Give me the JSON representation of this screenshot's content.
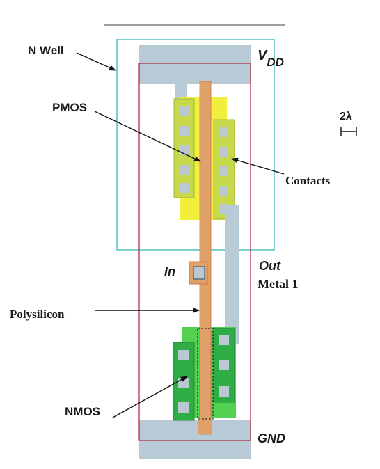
{
  "labels": {
    "n_well": "N Well",
    "vdd_main": "V",
    "vdd_sub": "DD",
    "pmos": "PMOS",
    "scale": "2λ",
    "contacts": "Contacts",
    "in": "In",
    "out": "Out",
    "metal1": "Metal 1",
    "polysilicon": "Polysilicon",
    "nmos": "NMOS",
    "gnd": "GND"
  },
  "colors": {
    "n_well_outline": "#7ecfcf",
    "metal": "#b8cad6",
    "metal_dark": "#9fb6c7",
    "substrate_outline": "#b0304a",
    "polysilicon": "#e0a06a",
    "poly_edge": "#c97a45",
    "p_diffusion": "#f2ef3c",
    "p_diffusion_dark": "#c9c93a",
    "n_diffusion": "#52d152",
    "n_diffusion_dark": "#2fae45",
    "contact_square": "#b9c8d2"
  }
}
